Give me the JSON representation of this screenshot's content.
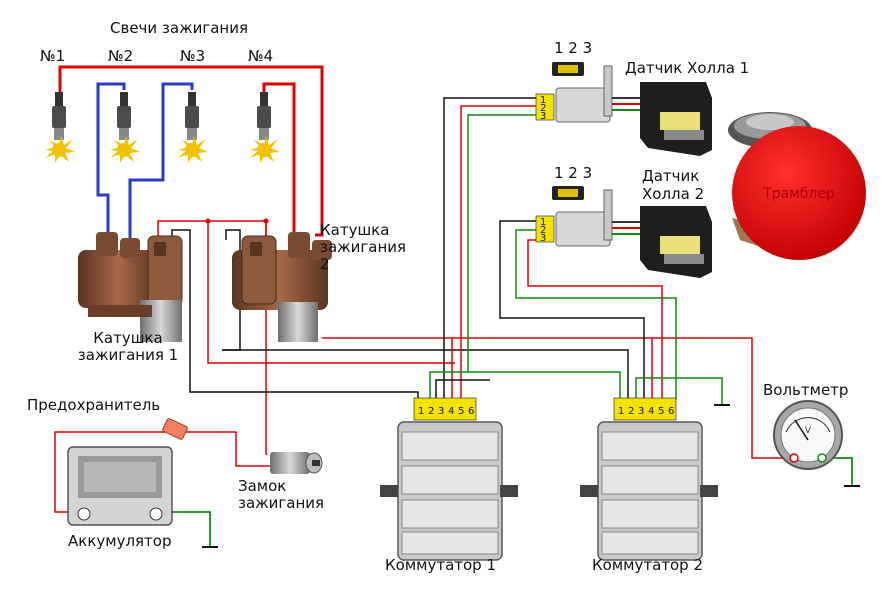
{
  "labels": {
    "spark_plugs_title": "Свечи зажигания",
    "plug_1": "№1",
    "plug_2": "№2",
    "plug_3": "№3",
    "plug_4": "№4",
    "hall_sensor_1": "Датчик Холла 1",
    "hall_sensor_2_line1": "Датчик",
    "hall_sensor_2_line2": "Холла 2",
    "connector_1_pins": "1 2 3",
    "connector_2_pins": "1 2 3",
    "distributor": "Трамблер",
    "coil_2": "Катушка\nзажигания\n2",
    "coil_1": "Катушка\nзажигания 1",
    "fuse": "Предохранитель",
    "ignition_lock": "Замок\nзажигания",
    "battery": "Аккумулятор",
    "switch_1": "Коммутатор 1",
    "switch_2": "Коммутатор 2",
    "voltmeter": "Вольтметр",
    "voltmeter_dial": "V"
  },
  "pins": {
    "hall_block": [
      "1",
      "2",
      "3"
    ],
    "switch_block": [
      "1",
      "2",
      "3",
      "4",
      "5",
      "6"
    ]
  },
  "colors": {
    "red_wire": "#e00000",
    "blue_wire": "#2a3cc8",
    "green_wire": "#108a10",
    "black_wire": "#111111",
    "pin_yellow": "#f4e300",
    "distributor_red": "#e80000"
  }
}
